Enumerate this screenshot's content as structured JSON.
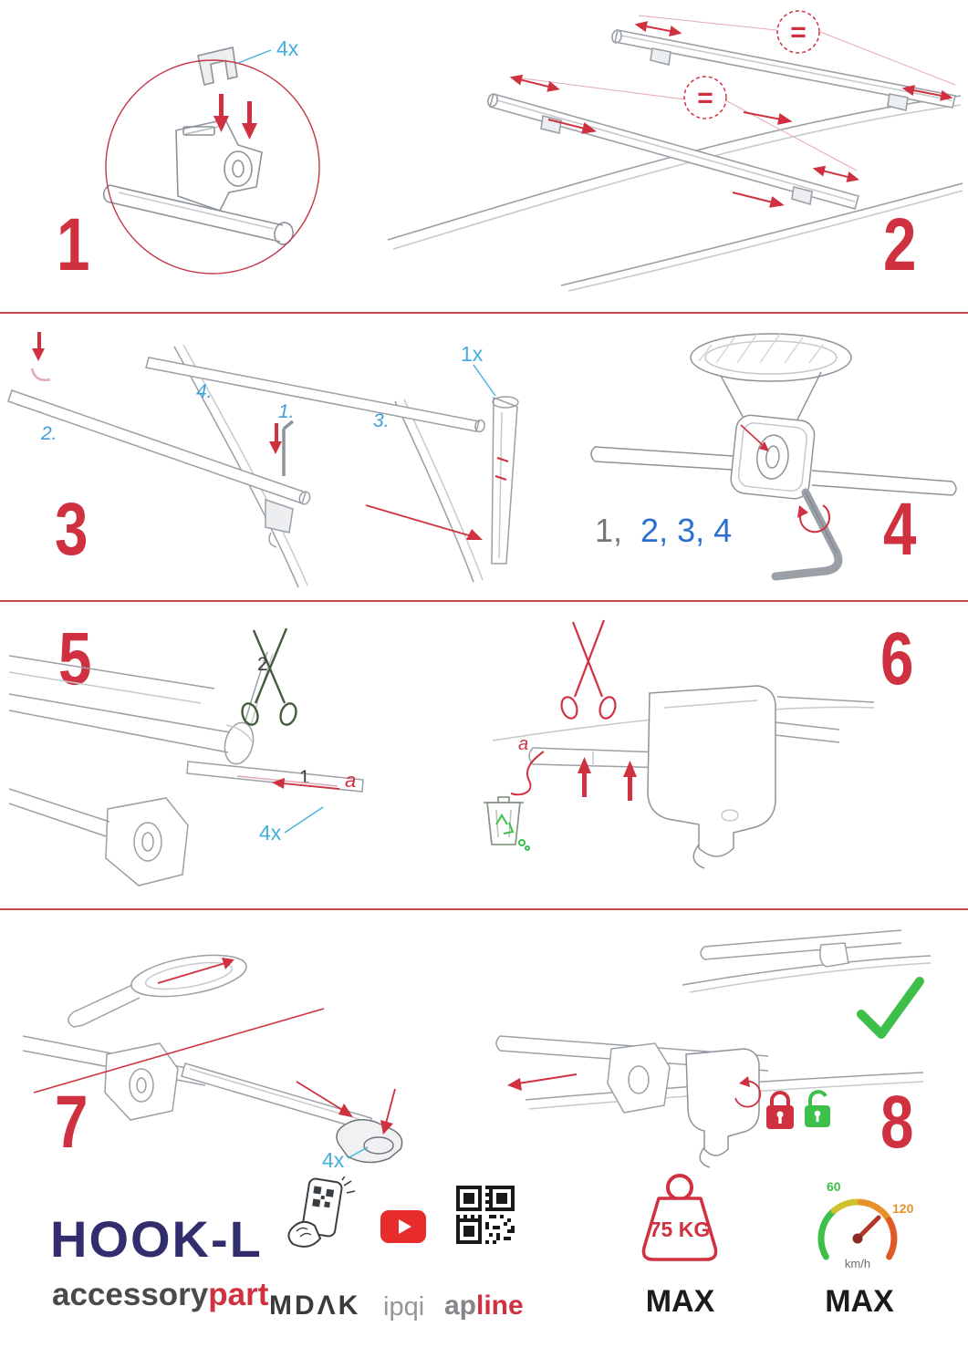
{
  "steps": {
    "s1": {
      "number": "1",
      "qty": "4x"
    },
    "s2": {
      "number": "2",
      "equal_top": "=",
      "equal_mid": "="
    },
    "s3": {
      "number": "3",
      "sub1": "1.",
      "sub2": "2.",
      "sub3": "3.",
      "sub4": "4.",
      "qty": "1x"
    },
    "s4": {
      "number": "4",
      "seq_first": "1,",
      "seq_rest": "2, 3, 4"
    },
    "s5": {
      "number": "5",
      "label_one": "1",
      "label_two": "2",
      "label_a": "a",
      "qty": "4x"
    },
    "s6": {
      "number": "6",
      "label_a": "a"
    },
    "s7": {
      "number": "7",
      "qty": "4x"
    },
    "s8": {
      "number": "8"
    }
  },
  "footer": {
    "product_name": "HOOK-L",
    "brand_first": "accessory",
    "brand_second": "part",
    "logo_mdak": "MDΛK",
    "logo_ipqi": "ipqi",
    "logo_apline_first": "ap",
    "logo_apline_second": "line",
    "weight_value": "75 KG",
    "weight_max": "MAX",
    "speed_low": "60",
    "speed_high": "120",
    "speed_unit": "km/h",
    "speed_max": "MAX"
  },
  "colors": {
    "accent_red": "#cf3140",
    "accent_blue": "#45aede",
    "accent_royal_blue": "#2b6fd0",
    "brand_navy": "#322e6e",
    "ok_green": "#3dbf4a",
    "warn_orange": "#e8912a"
  }
}
